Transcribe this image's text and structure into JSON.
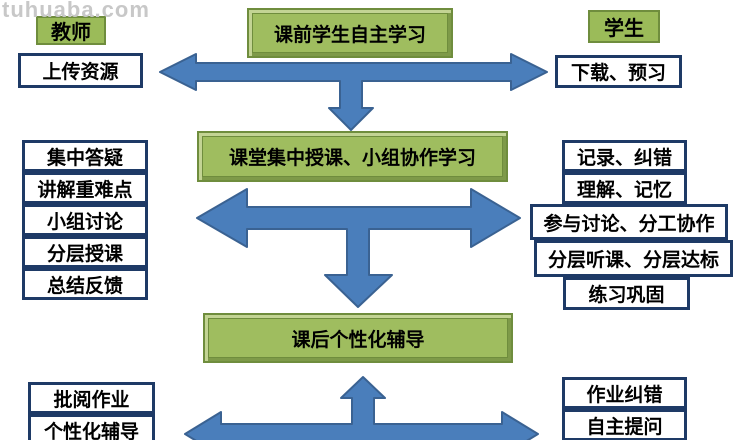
{
  "watermark": {
    "text": "tuhuaba.com"
  },
  "colors": {
    "green_fill": "#9fbd5f",
    "green_border": "#6f8d3d",
    "white_box_border": "#1e3a66",
    "arrow_fill": "#4a7ebb",
    "arrow_stroke": "#3a6292",
    "watermark_gray": "#c8c8c8"
  },
  "top": {
    "teacher_label": "教师",
    "student_label": "学生",
    "phase1": "课前学生自主学习",
    "teacher_action": "上传资源",
    "student_action": "下载、预习"
  },
  "middle": {
    "phase2": "课堂集中授课、小组协作学习",
    "teacher_actions": [
      "集中答疑",
      "讲解重难点",
      "小组讨论",
      "分层授课",
      "总结反馈"
    ],
    "student_actions": [
      "记录、纠错",
      "理解、记忆",
      "参与讨论、分工协作",
      "分层听课、分层达标",
      "练习巩固"
    ]
  },
  "bottom": {
    "phase3": "课后个性化辅导",
    "teacher_actions": [
      "批阅作业",
      "个性化辅导"
    ],
    "student_actions": [
      "作业纠错",
      "自主提问"
    ]
  }
}
